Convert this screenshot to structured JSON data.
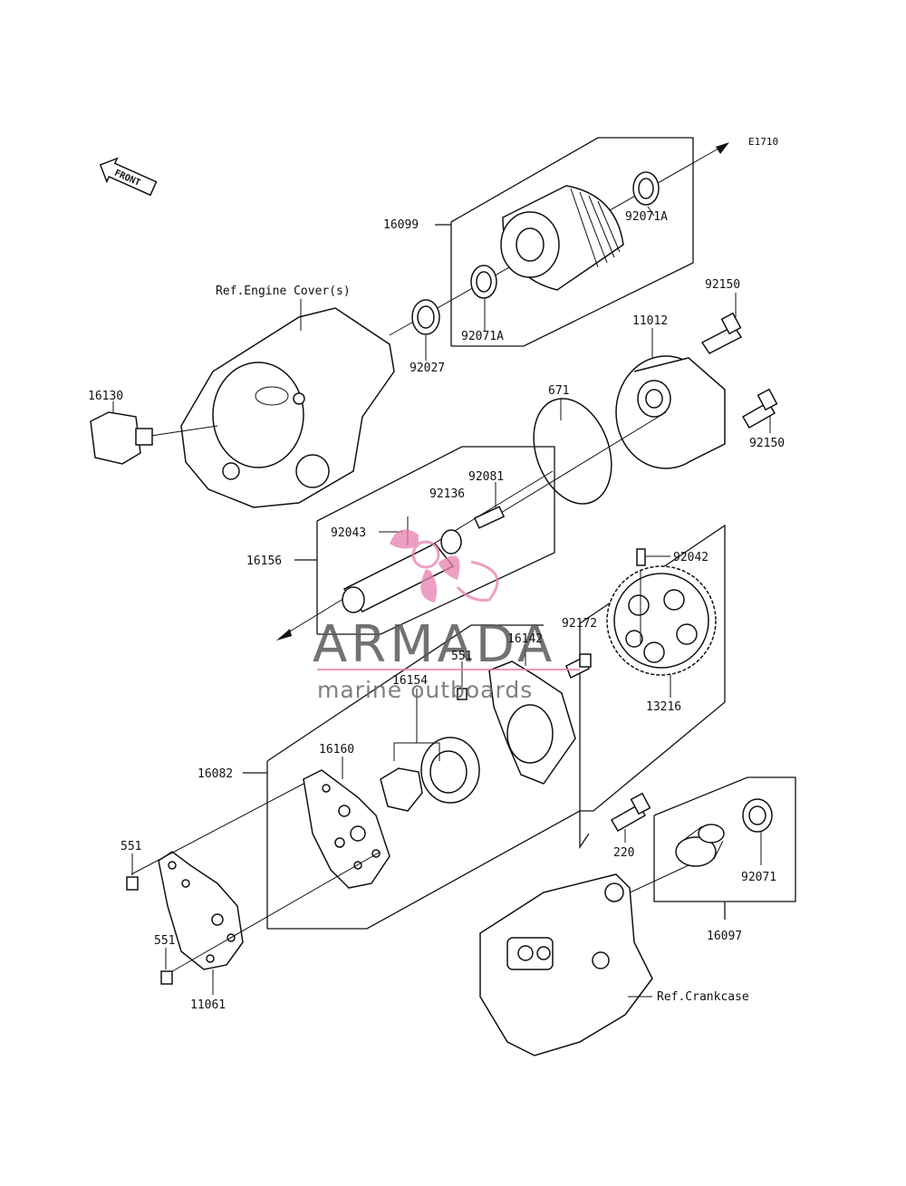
{
  "diagram_code": "E1710",
  "front_label": "FRONT",
  "watermark": {
    "brand": "ARMADA",
    "tagline": "marine outboards",
    "brand_color": "#5a5a5a",
    "accent_color": "#e87fae"
  },
  "labels": {
    "p16099": "16099",
    "p92071A_top": "92071A",
    "p92071A_bottom": "92071A",
    "ref_engine_cover": "Ref.Engine Cover(s)",
    "p92027": "92027",
    "p92150_top": "92150",
    "p11012": "11012",
    "p671": "671",
    "p92150_bottom": "92150",
    "p16130": "16130",
    "p92081": "92081",
    "p92136": "92136",
    "p92043": "92043",
    "p16156": "16156",
    "p92042": "92042",
    "p92172": "92172",
    "p16142": "16142",
    "p551_mid": "551",
    "p16154": "16154",
    "p16160": "16160",
    "p16082": "16082",
    "p13216": "13216",
    "p220": "220",
    "p92071": "92071",
    "p551_left": "551",
    "p551_bottom": "551",
    "p11061": "11061",
    "p16097": "16097",
    "ref_crankcase": "Ref.Crankcase"
  }
}
